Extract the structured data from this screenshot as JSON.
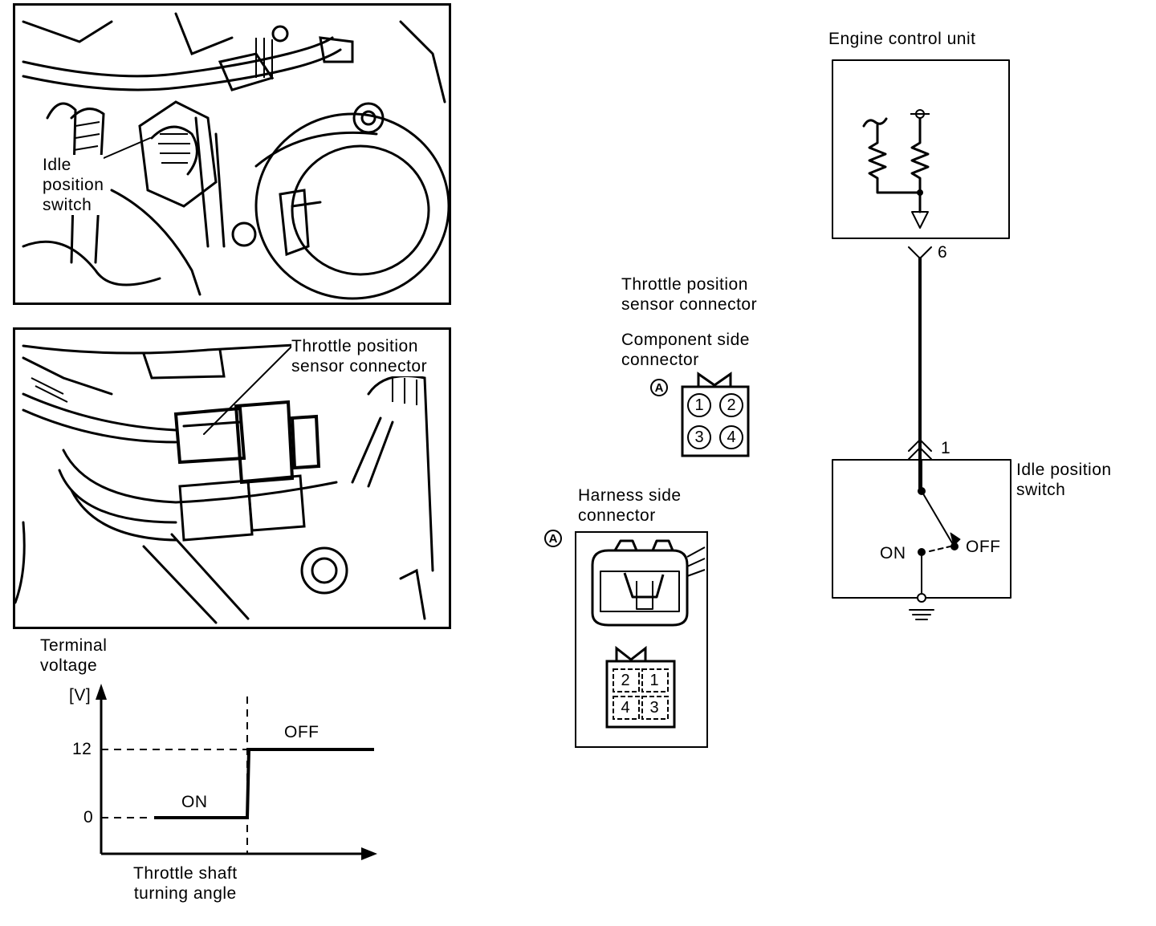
{
  "photo_top": {
    "label_line1": "Idle",
    "label_line2": "position",
    "label_line3": "switch"
  },
  "photo_bottom": {
    "label_line1": "Throttle position",
    "label_line2": "sensor connector"
  },
  "graph": {
    "ylabel_line1": "Terminal",
    "ylabel_line2": "voltage",
    "yunit": "[V]",
    "tick_high": "12",
    "tick_low": "0",
    "state_on": "ON",
    "state_off": "OFF",
    "xlabel_line1": "Throttle shaft",
    "xlabel_line2": "turning angle"
  },
  "connector": {
    "title_line1": "Throttle position",
    "title_line2": "sensor connector",
    "component_line1": "Component side",
    "component_line2": "connector",
    "component_marker": "A",
    "component_pins": [
      "1",
      "2",
      "3",
      "4"
    ],
    "harness_line1": "Harness side",
    "harness_line2": "connector",
    "harness_marker": "A",
    "harness_pins": [
      "2",
      "1",
      "4",
      "3"
    ]
  },
  "circuit": {
    "ecu_label": "Engine control unit",
    "pin_ecu": "6",
    "pin_switch": "1",
    "switch_line1": "Idle position",
    "switch_line2": "switch",
    "on_label": "ON",
    "off_label": "OFF"
  }
}
